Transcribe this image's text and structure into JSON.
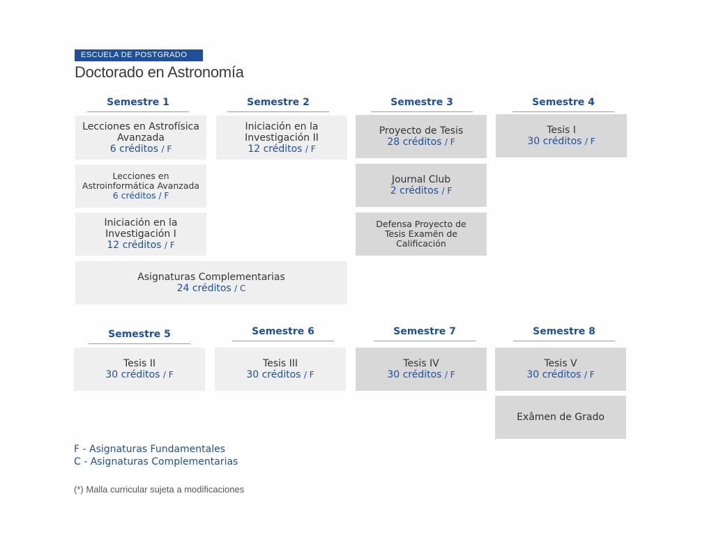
{
  "header": {
    "school": "ESCUELA DE POSTGRADO",
    "title": "Doctorado en Astronomía"
  },
  "semesters": [
    {
      "label": "Semestre 1"
    },
    {
      "label": "Semestre 2"
    },
    {
      "label": "Semestre 3"
    },
    {
      "label": "Semestre 4"
    },
    {
      "label": "Semestre 5"
    },
    {
      "label": "Semestre 6"
    },
    {
      "label": "Semestre 7"
    },
    {
      "label": "Semestre 8"
    }
  ],
  "courses": [
    {
      "name": "Lecciones en Astrofísica Avanzada",
      "credits": "6 créditos",
      "type": "F"
    },
    {
      "name": "Lecciones en Astroinformática Avanzada",
      "credits": "6 créditos",
      "type": "F"
    },
    {
      "name": "Iniciación en la Investigación I",
      "credits": "12 créditos",
      "type": "F"
    },
    {
      "name": "Asignaturas Complementarias",
      "credits": "24 créditos",
      "type": "C"
    },
    {
      "name": "Iniciación en la Investigación II",
      "credits": "12 créditos",
      "type": "F"
    },
    {
      "name": "Proyecto de Tesis",
      "credits": "28 créditos",
      "type": "F"
    },
    {
      "name": "Journal Club",
      "credits": "2 créditos",
      "type": "F"
    },
    {
      "name": "Defensa Proyecto de Tesis Examën de Calificación",
      "credits": "",
      "type": ""
    },
    {
      "name": "Tesis I",
      "credits": "30 créditos",
      "type": "F"
    },
    {
      "name": "Tesis II",
      "credits": "30 créditos",
      "type": "F"
    },
    {
      "name": "Tesis III",
      "credits": "30 créditos",
      "type": "F"
    },
    {
      "name": "Tesis IV",
      "credits": "30 créditos",
      "type": "F"
    },
    {
      "name": "Tesis V",
      "credits": "30 créditos",
      "type": "F"
    },
    {
      "name": "Exâmen de Grado",
      "credits": "",
      "type": ""
    }
  ],
  "legend": [
    {
      "text": "F - Asignaturas Fundamentales"
    },
    {
      "text": "C - Asignaturas Complementarias"
    }
  ],
  "footnote": "(*) Malla curricular sujeta a modificaciones",
  "colors": {
    "accent": "#1d4f9a",
    "box_light": "#efefef",
    "box_dark": "#d8d8d8",
    "text": "#333333"
  }
}
